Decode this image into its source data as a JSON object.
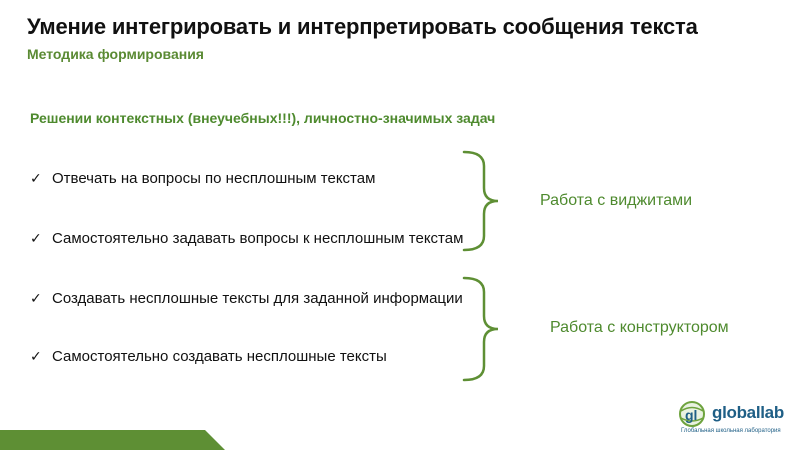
{
  "slide": {
    "title": "Умение интегрировать и интерпретировать сообщения текста",
    "subtitle": "Методика формирования",
    "context_heading": "Решении контекстных (внеучебных!!!), личностно-значимых задач",
    "bullets": [
      "Отвечать на вопросы по несплошным текстам",
      "Самостоятельно задавать вопросы к несплошным текстам",
      "Создавать несплошные тексты для заданной информации",
      "Самостоятельно создавать несплошные тексты"
    ],
    "bullet_icon": "check-icon",
    "groups": [
      {
        "label": "Работа с виджитами"
      },
      {
        "label": "Работа с конструктором"
      }
    ]
  },
  "logo": {
    "word": "globallab",
    "tagline": "Глобальная школьная лаборатория"
  },
  "colors": {
    "title": "#111111",
    "accent_green": "#4e8a2e",
    "subtitle_green": "#5a8a33",
    "footer_bar": "#5e8f34",
    "logo_blue": "#1f5f86"
  }
}
